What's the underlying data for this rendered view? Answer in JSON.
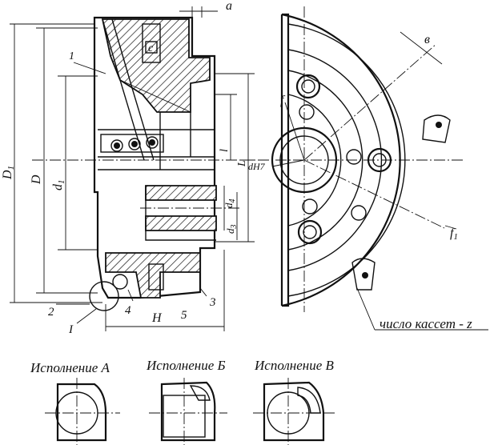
{
  "labels": {
    "a": "a",
    "c": "c",
    "one": "1",
    "D1": "D",
    "D1_sub": "1",
    "D": "D",
    "d1": "d",
    "d1_sub": "1",
    "l": "l",
    "L": "L",
    "d4": "d",
    "d4_sub": "4",
    "d3": "d",
    "d3_sub": "3",
    "two": "2",
    "roman_one": "I",
    "four": "4",
    "H": "H",
    "five": "5",
    "three": "3",
    "b": "в",
    "f": "f",
    "dH7": "dH7",
    "f1": "f",
    "f1_sub": "1"
  },
  "captions": {
    "cassette_count": "число кассет - z",
    "variant_a": "Исполнение А",
    "variant_b": "Исполнение Б",
    "variant_v": "Исполнение В"
  }
}
